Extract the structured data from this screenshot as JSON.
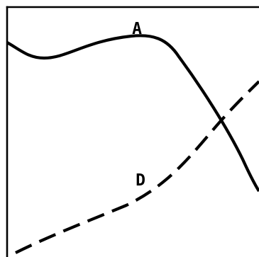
{
  "diagram": {
    "curves": [
      {
        "id": "A",
        "label": "A",
        "style": "solid"
      },
      {
        "id": "D",
        "label": "D",
        "style": "dashed"
      }
    ],
    "colors": {
      "ink": "#000000",
      "background": "#ffffff"
    }
  }
}
